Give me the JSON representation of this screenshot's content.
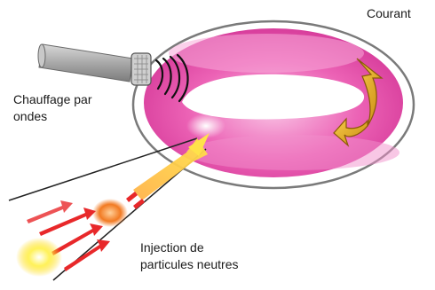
{
  "labels": {
    "courant": "Courant",
    "chauffage": [
      "Chauffage par",
      "ondes"
    ],
    "injection": [
      "Injection de",
      "particules neutres"
    ]
  },
  "colors": {
    "torus_outline": "#7a7a7a",
    "torus_pink": "#e84aa8",
    "torus_light": "#f6a8d6",
    "hole": "#ffffff",
    "current_arrow": "#e0a21a",
    "antenna_grey": "#a8a8a8",
    "waves": "#111111",
    "beam_orange": "#f07a22",
    "beam_yellow": "#ffe84a",
    "beam_red": "#e8282a"
  },
  "icons": {
    "current": "curved-arrow-icon",
    "antenna": "wave-antenna-icon",
    "injector": "particle-beam-icon"
  }
}
